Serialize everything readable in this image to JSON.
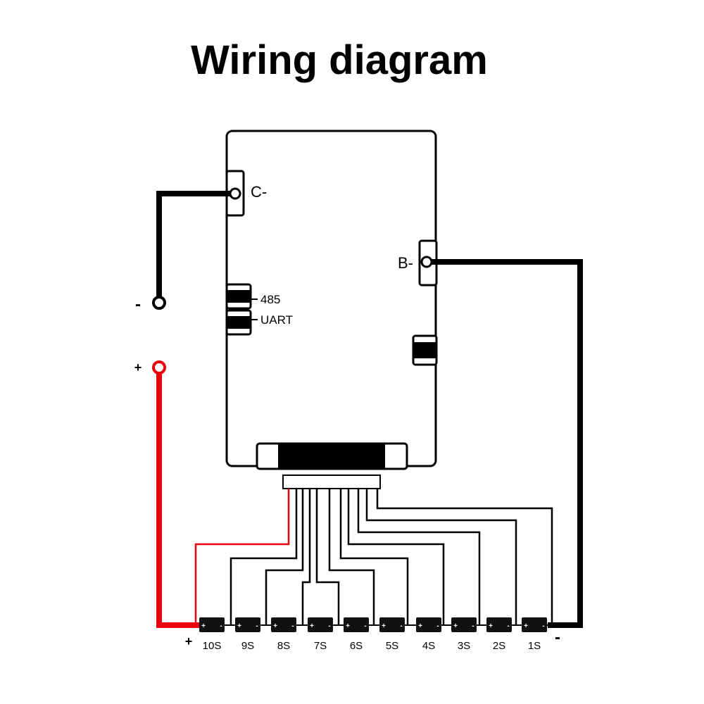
{
  "title": "Wiring diagram",
  "terminals": {
    "c_minus": "C-",
    "b_minus": "B-",
    "comm_485": "485",
    "comm_uart": "UART"
  },
  "output": {
    "negative": "-",
    "positive": "+"
  },
  "cells": {
    "labels": [
      "10S",
      "9S",
      "8S",
      "7S",
      "6S",
      "5S",
      "4S",
      "3S",
      "2S",
      "1S"
    ],
    "pos_mark": "+",
    "neg_mark": "-",
    "pack_positive": "+",
    "pack_negative": "-"
  },
  "colors": {
    "black_wire": "#000000",
    "red_wire": "#e8000b"
  }
}
